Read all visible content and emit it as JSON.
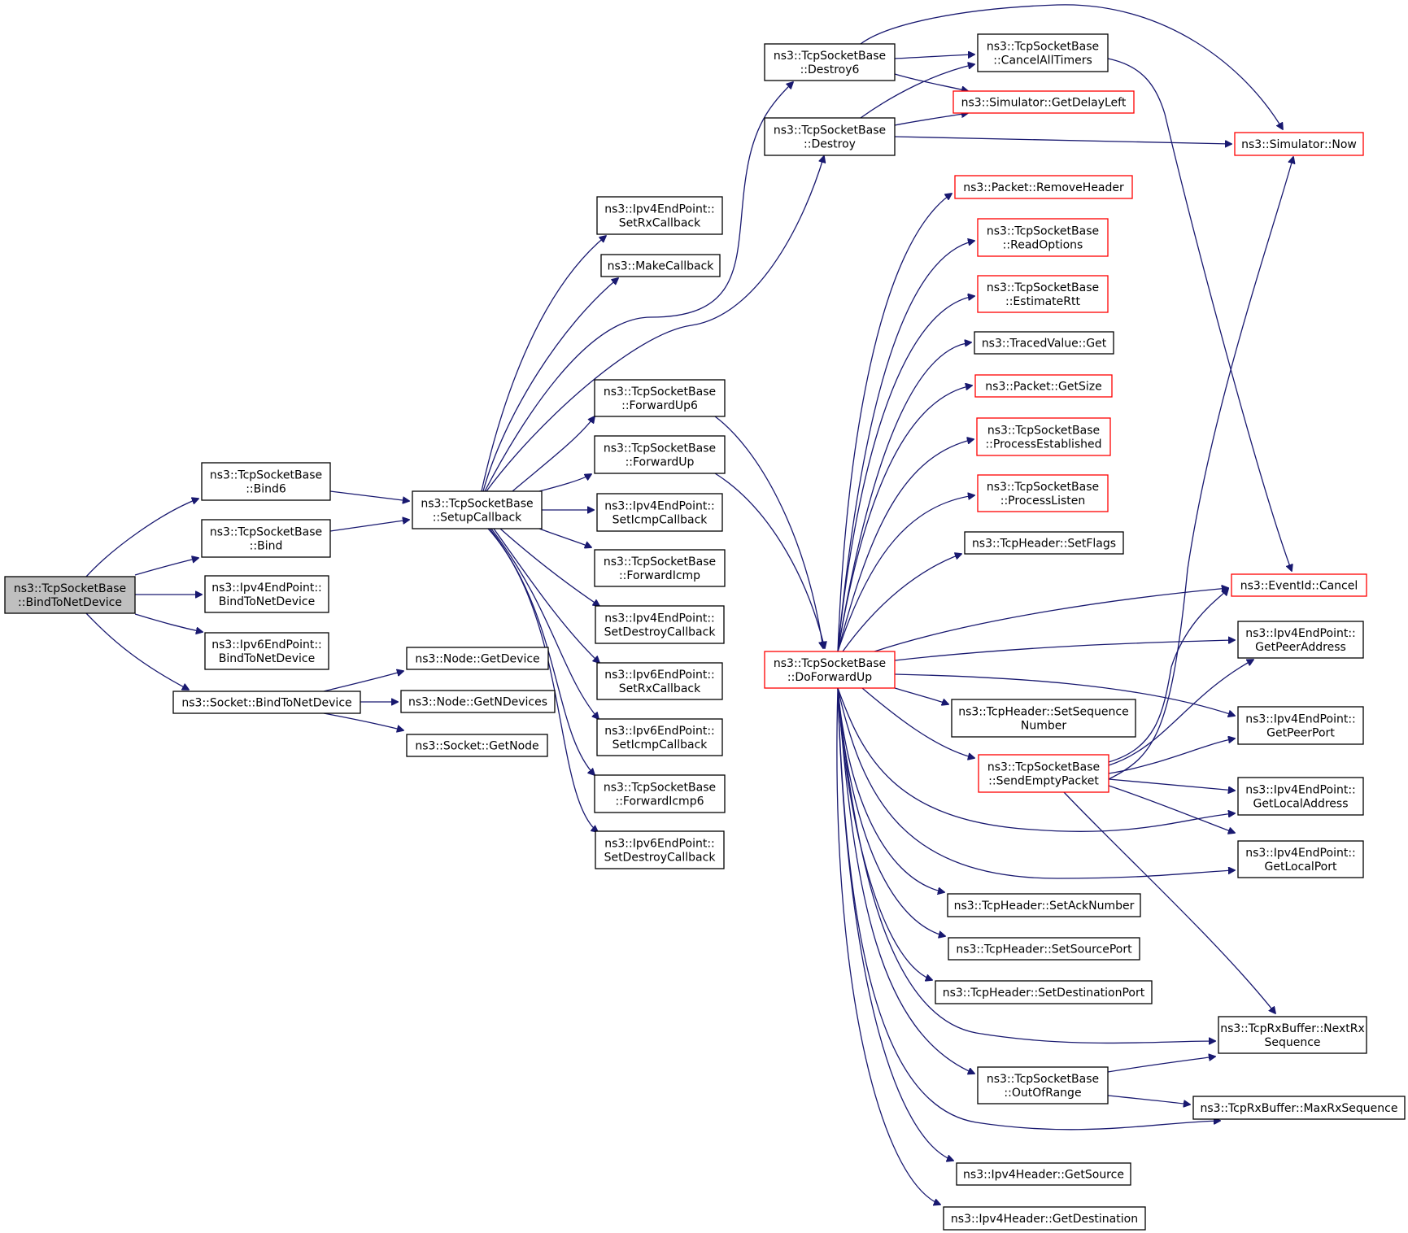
{
  "colors": {
    "edge": "#191970",
    "normal_border": "#000000",
    "truncated_border": "#ff0000",
    "root_fill": "#bfbfbf"
  },
  "nodes": [
    {
      "id": "root",
      "lines": [
        "ns3::TcpSocketBase",
        "::BindToNetDevice"
      ],
      "style": "root"
    },
    {
      "id": "bind6",
      "lines": [
        "ns3::TcpSocketBase",
        "::Bind6"
      ]
    },
    {
      "id": "bind",
      "lines": [
        "ns3::TcpSocketBase",
        "::Bind"
      ]
    },
    {
      "id": "ip4bnd",
      "lines": [
        "ns3::Ipv4EndPoint::",
        "BindToNetDevice"
      ]
    },
    {
      "id": "ip6bnd",
      "lines": [
        "ns3::Ipv6EndPoint::",
        "BindToNetDevice"
      ]
    },
    {
      "id": "sockbnd",
      "lines": [
        "ns3::Socket::BindToNetDevice"
      ]
    },
    {
      "id": "setup",
      "lines": [
        "ns3::TcpSocketBase",
        "::SetupCallback"
      ]
    },
    {
      "id": "getdev",
      "lines": [
        "ns3::Node::GetDevice"
      ]
    },
    {
      "id": "getndev",
      "lines": [
        "ns3::Node::GetNDevices"
      ]
    },
    {
      "id": "getnode",
      "lines": [
        "ns3::Socket::GetNode"
      ]
    },
    {
      "id": "ip4rx",
      "lines": [
        "ns3::Ipv4EndPoint::",
        "SetRxCallback"
      ]
    },
    {
      "id": "makecb",
      "lines": [
        "ns3::MakeCallback"
      ]
    },
    {
      "id": "fwdup6",
      "lines": [
        "ns3::TcpSocketBase",
        "::ForwardUp6"
      ]
    },
    {
      "id": "fwdup",
      "lines": [
        "ns3::TcpSocketBase",
        "::ForwardUp"
      ]
    },
    {
      "id": "ip4icmp",
      "lines": [
        "ns3::Ipv4EndPoint::",
        "SetIcmpCallback"
      ]
    },
    {
      "id": "fwdicmp",
      "lines": [
        "ns3::TcpSocketBase",
        "::ForwardIcmp"
      ]
    },
    {
      "id": "ip4destroy",
      "lines": [
        "ns3::Ipv4EndPoint::",
        "SetDestroyCallback"
      ]
    },
    {
      "id": "ip6rx",
      "lines": [
        "ns3::Ipv6EndPoint::",
        "SetRxCallback"
      ]
    },
    {
      "id": "ip6icmp",
      "lines": [
        "ns3::Ipv6EndPoint::",
        "SetIcmpCallback"
      ]
    },
    {
      "id": "fwdicmp6",
      "lines": [
        "ns3::TcpSocketBase",
        "::ForwardIcmp6"
      ]
    },
    {
      "id": "ip6destroy",
      "lines": [
        "ns3::Ipv6EndPoint::",
        "SetDestroyCallback"
      ]
    },
    {
      "id": "destroy6",
      "lines": [
        "ns3::TcpSocketBase",
        "::Destroy6"
      ]
    },
    {
      "id": "destroy",
      "lines": [
        "ns3::TcpSocketBase",
        "::Destroy"
      ]
    },
    {
      "id": "dofwd",
      "lines": [
        "ns3::TcpSocketBase",
        "::DoForwardUp"
      ],
      "style": "red"
    },
    {
      "id": "cancelall",
      "lines": [
        "ns3::TcpSocketBase",
        "::CancelAllTimers"
      ]
    },
    {
      "id": "getdelay",
      "lines": [
        "ns3::Simulator::GetDelayLeft"
      ],
      "style": "red"
    },
    {
      "id": "now",
      "lines": [
        "ns3::Simulator::Now"
      ],
      "style": "red"
    },
    {
      "id": "rmhdr",
      "lines": [
        "ns3::Packet::RemoveHeader"
      ],
      "style": "red"
    },
    {
      "id": "readopt",
      "lines": [
        "ns3::TcpSocketBase",
        "::ReadOptions"
      ],
      "style": "red"
    },
    {
      "id": "estrtt",
      "lines": [
        "ns3::TcpSocketBase",
        "::EstimateRtt"
      ],
      "style": "red"
    },
    {
      "id": "tvget",
      "lines": [
        "ns3::TracedValue::Get"
      ]
    },
    {
      "id": "getsize",
      "lines": [
        "ns3::Packet::GetSize"
      ],
      "style": "red"
    },
    {
      "id": "procest",
      "lines": [
        "ns3::TcpSocketBase",
        "::ProcessEstablished"
      ],
      "style": "red"
    },
    {
      "id": "proclisten",
      "lines": [
        "ns3::TcpSocketBase",
        "::ProcessListen"
      ],
      "style": "red"
    },
    {
      "id": "setflags",
      "lines": [
        "ns3::TcpHeader::SetFlags"
      ]
    },
    {
      "id": "evcancel",
      "lines": [
        "ns3::EventId::Cancel"
      ],
      "style": "red"
    },
    {
      "id": "peeraddr",
      "lines": [
        "ns3::Ipv4EndPoint::",
        "GetPeerAddress"
      ]
    },
    {
      "id": "setseq",
      "lines": [
        "ns3::TcpHeader::SetSequence",
        "Number"
      ]
    },
    {
      "id": "peerport",
      "lines": [
        "ns3::Ipv4EndPoint::",
        "GetPeerPort"
      ]
    },
    {
      "id": "sendempty",
      "lines": [
        "ns3::TcpSocketBase",
        "::SendEmptyPacket"
      ],
      "style": "red"
    },
    {
      "id": "localaddr",
      "lines": [
        "ns3::Ipv4EndPoint::",
        "GetLocalAddress"
      ]
    },
    {
      "id": "localport",
      "lines": [
        "ns3::Ipv4EndPoint::",
        "GetLocalPort"
      ]
    },
    {
      "id": "setack",
      "lines": [
        "ns3::TcpHeader::SetAckNumber"
      ]
    },
    {
      "id": "setsrc",
      "lines": [
        "ns3::TcpHeader::SetSourcePort"
      ]
    },
    {
      "id": "setdst",
      "lines": [
        "ns3::TcpHeader::SetDestinationPort"
      ]
    },
    {
      "id": "nextrx",
      "lines": [
        "ns3::TcpRxBuffer::NextRx",
        "Sequence"
      ]
    },
    {
      "id": "outofrange",
      "lines": [
        "ns3::TcpSocketBase",
        "::OutOfRange"
      ]
    },
    {
      "id": "maxrx",
      "lines": [
        "ns3::TcpRxBuffer::MaxRxSequence"
      ]
    },
    {
      "id": "getsrc",
      "lines": [
        "ns3::Ipv4Header::GetSource"
      ]
    },
    {
      "id": "getdst",
      "lines": [
        "ns3::Ipv4Header::GetDestination"
      ]
    }
  ]
}
